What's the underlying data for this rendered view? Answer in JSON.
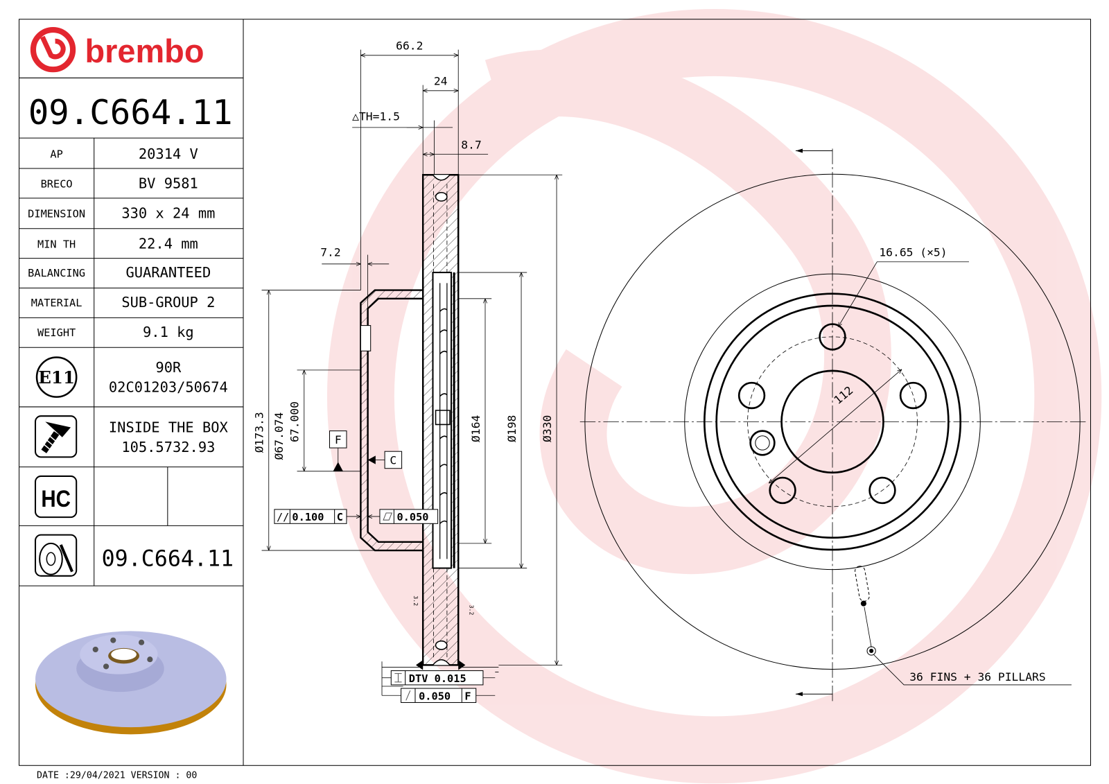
{
  "logo": {
    "text": "brembo",
    "color": "#e3262f"
  },
  "part_number": "09.C664.11",
  "specs": [
    {
      "label": "AP",
      "value": "20314 V"
    },
    {
      "label": "BRECO",
      "value": "BV 9581"
    },
    {
      "label": "DIMENSION",
      "value": "330 x 24 mm"
    },
    {
      "label": "MIN TH",
      "value": "22.4 mm"
    },
    {
      "label": "BALANCING",
      "value": "GUARANTEED"
    },
    {
      "label": "MATERIAL",
      "value": "SUB-GROUP 2"
    },
    {
      "label": "WEIGHT",
      "value": "9.1 kg"
    }
  ],
  "certification": {
    "badge": "E11",
    "line1": "90R",
    "line2": "02C01203/50674"
  },
  "inside_box": {
    "line1": "INSIDE THE BOX",
    "line2": "105.5732.93"
  },
  "hc_badge": "HC",
  "bottom_part_number": "09.C664.11",
  "footer": "DATE :29/04/2021 VERSION : 00",
  "section": {
    "dim_overall_width": "66.2",
    "dim_thickness": "24",
    "delta_th": "△TH=1.5",
    "dim_8_7": "8.7",
    "dim_7_2": "7.2",
    "dia_173": "Ø173.3",
    "dia_67a": "Ø67.074",
    "dia_67b": "67.000",
    "dia_164": "Ø164",
    "dia_198": "Ø198",
    "dia_330": "Ø330",
    "datum_f": "F",
    "datum_c": "C",
    "parallelism_symbol": "//",
    "parallelism_value": "0.100",
    "parallelism_datum": "C",
    "flatness_value": "0.050",
    "dtv_label": "DTV 0.015",
    "runout_value": "0.050",
    "runout_datum": "F",
    "roughness": "3.2"
  },
  "front": {
    "hole_label": "16.65 (×5)",
    "pcd_label": "112",
    "fins_label": "36 FINS + 36 PILLARS"
  }
}
